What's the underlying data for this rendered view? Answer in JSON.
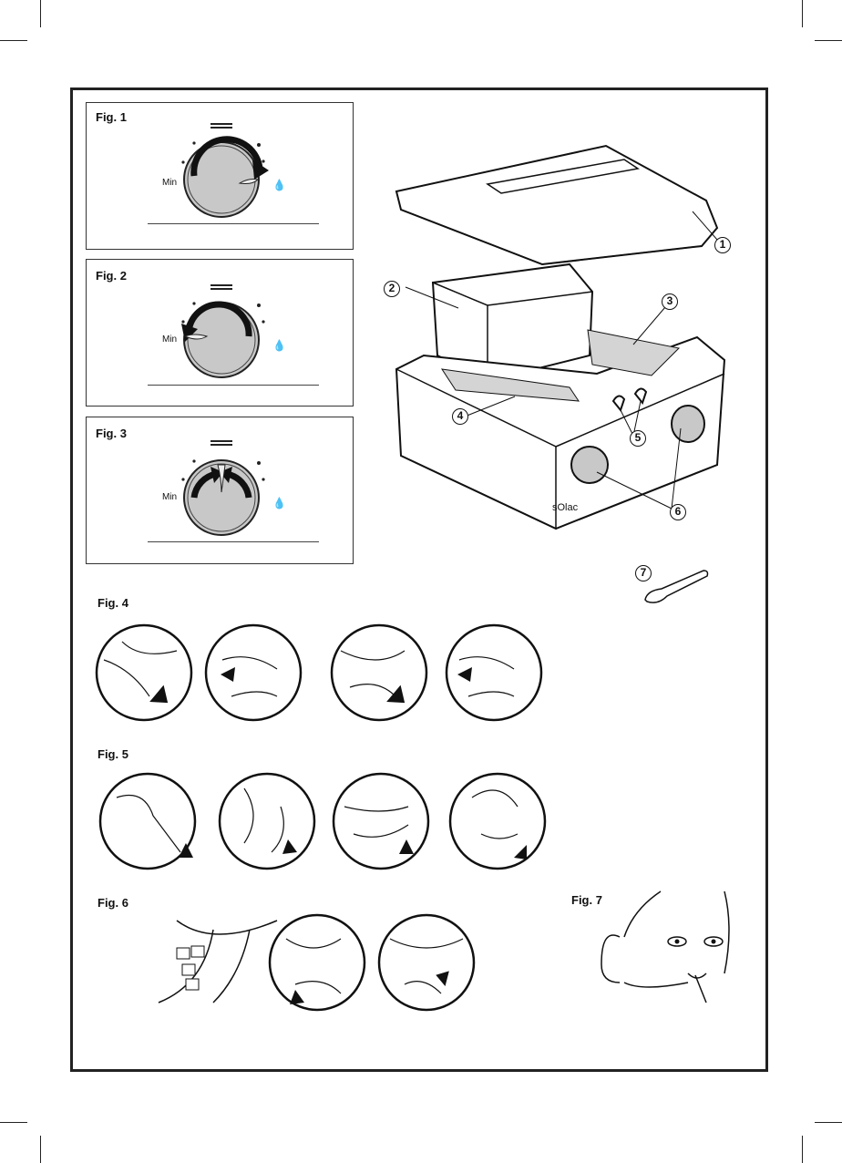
{
  "figures": {
    "fig1": {
      "label": "Fig. 1",
      "min_label": "Min"
    },
    "fig2": {
      "label": "Fig. 2",
      "min_label": "Min"
    },
    "fig3": {
      "label": "Fig. 3",
      "min_label": "Min"
    },
    "fig4": {
      "label": "Fig. 4"
    },
    "fig5": {
      "label": "Fig. 5"
    },
    "fig6": {
      "label": "Fig. 6"
    },
    "fig7": {
      "label": "Fig. 7"
    }
  },
  "device": {
    "brand": "sOlac",
    "callouts": [
      "1",
      "2",
      "3",
      "4",
      "5",
      "6",
      "7"
    ]
  },
  "colors": {
    "line": "#1a1a1a",
    "dial_fill": "#c8c8c8",
    "tray_fill": "#d4d4d4"
  }
}
